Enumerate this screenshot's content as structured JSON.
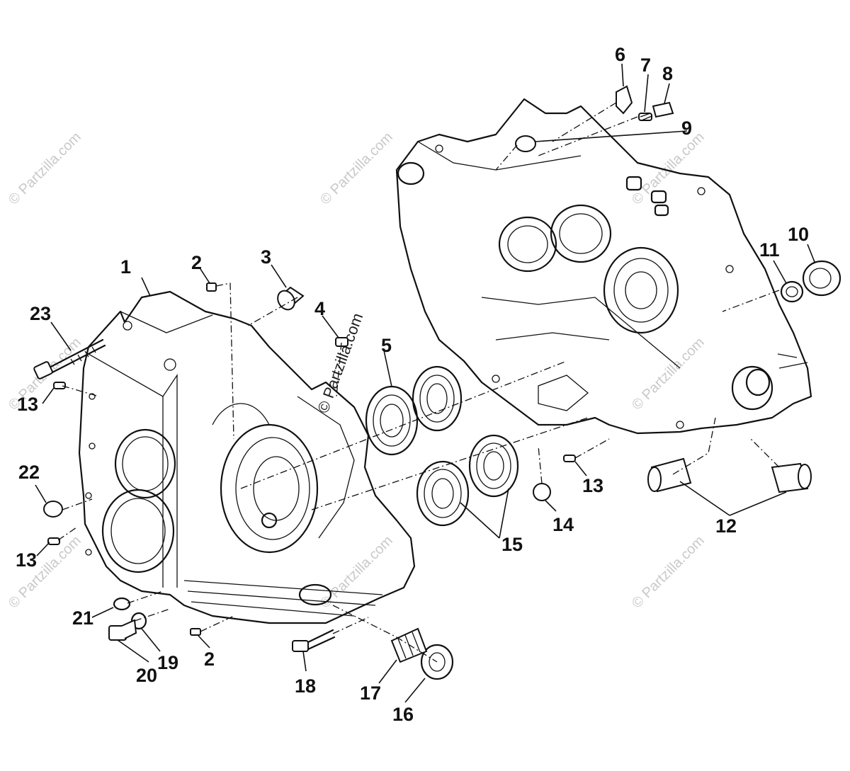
{
  "diagram": {
    "callouts": [
      {
        "id": "c1",
        "label": "1"
      },
      {
        "id": "c2a",
        "label": "2"
      },
      {
        "id": "c2b",
        "label": "2"
      },
      {
        "id": "c3",
        "label": "3"
      },
      {
        "id": "c4",
        "label": "4"
      },
      {
        "id": "c5",
        "label": "5"
      },
      {
        "id": "c6",
        "label": "6"
      },
      {
        "id": "c7",
        "label": "7"
      },
      {
        "id": "c8",
        "label": "8"
      },
      {
        "id": "c9",
        "label": "9"
      },
      {
        "id": "c10",
        "label": "10"
      },
      {
        "id": "c11",
        "label": "11"
      },
      {
        "id": "c12",
        "label": "12"
      },
      {
        "id": "c13a",
        "label": "13"
      },
      {
        "id": "c13b",
        "label": "13"
      },
      {
        "id": "c13c",
        "label": "13"
      },
      {
        "id": "c14",
        "label": "14"
      },
      {
        "id": "c15",
        "label": "15"
      },
      {
        "id": "c16",
        "label": "16"
      },
      {
        "id": "c17",
        "label": "17"
      },
      {
        "id": "c18",
        "label": "18"
      },
      {
        "id": "c19",
        "label": "19"
      },
      {
        "id": "c20",
        "label": "20"
      },
      {
        "id": "c21",
        "label": "21"
      },
      {
        "id": "c22",
        "label": "22"
      },
      {
        "id": "c23",
        "label": "23"
      }
    ],
    "watermark": "© Partzilla.com"
  }
}
